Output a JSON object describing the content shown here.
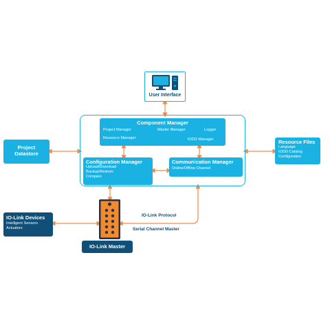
{
  "diagram": {
    "user_interface": {
      "title": "User Interface"
    },
    "component_manager": {
      "title": "Component Manager",
      "items": [
        "Project Manager",
        "Master Manager",
        "Logger",
        "Resource Manager",
        "IODD Manager"
      ]
    },
    "configuration_manager": {
      "title": "Configuration Manager",
      "items": [
        "Upload/Download",
        "Backup/Restore",
        "Compare"
      ]
    },
    "communication_manager": {
      "title": "Communication Manager",
      "items": [
        "Online/Offline Channel"
      ]
    },
    "project_datastore": {
      "title_line1": "Project",
      "title_line2": "Datastore"
    },
    "resource_files": {
      "title": "Resource Files",
      "items": [
        "Language",
        "IODD Catalog",
        "Configuration"
      ]
    },
    "io_link_devices": {
      "title": "IO-Link Devices",
      "items": [
        "Intelligent Sensors",
        "Actuators"
      ]
    },
    "io_link_master": {
      "title": "IO-Link Master"
    },
    "labels": {
      "protocol": "IO-Link Protocol",
      "serial": "Serial Channel Master"
    }
  },
  "colors": {
    "cyan_box": "#1ab1e3",
    "navy_box": "#0f4f78",
    "arrow": "#f08a4b",
    "frame": "#1ab1e3",
    "device_orange": "#f28a30"
  }
}
